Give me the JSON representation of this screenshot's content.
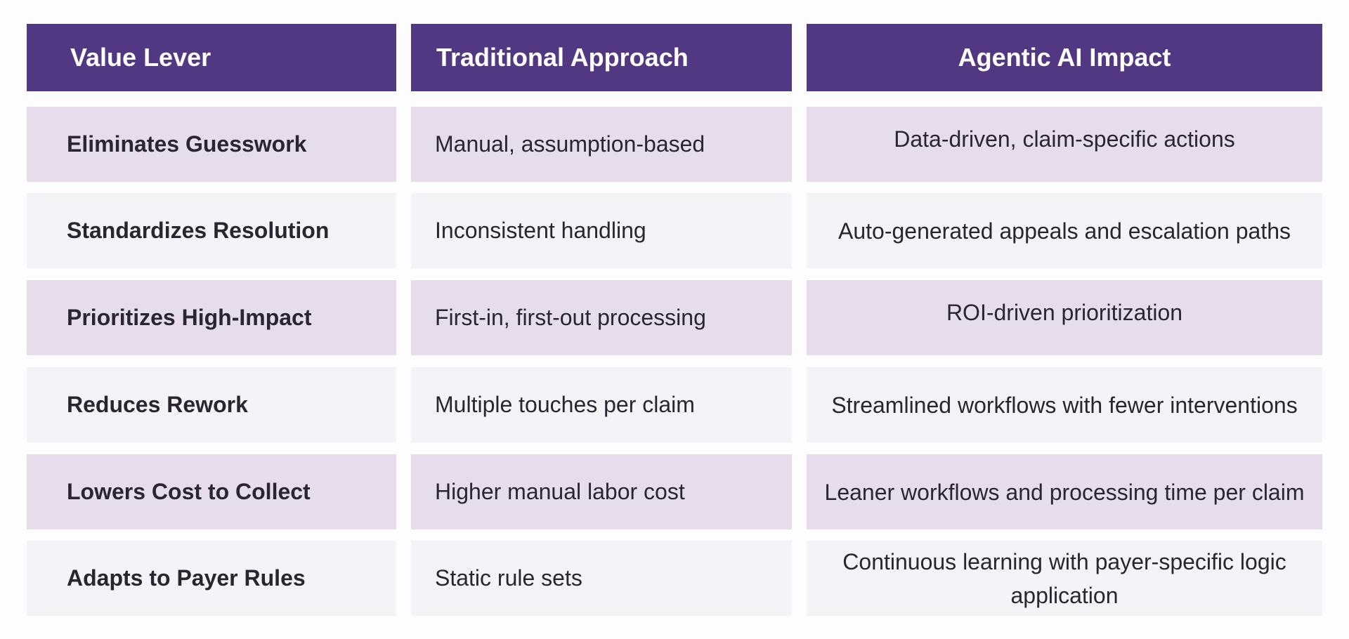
{
  "colors": {
    "header_bg": "#523882",
    "header_text": "#ffffff",
    "row_odd_bg": "#e6dcec",
    "row_even_bg": "#f4f3f7",
    "body_text": "#2a2530"
  },
  "table": {
    "headers": [
      "Value Lever",
      "Traditional Approach",
      "Agentic AI Impact"
    ],
    "rows": [
      {
        "lever": "Eliminates Guesswork",
        "traditional": "Manual, assumption-based",
        "agentic": "Data-driven, claim-specific actions"
      },
      {
        "lever": "Standardizes Resolution",
        "traditional": "Inconsistent handling",
        "agentic": "Auto-generated appeals and escalation paths"
      },
      {
        "lever": "Prioritizes High-Impact",
        "traditional": "First-in, first-out processing",
        "agentic": "ROI-driven prioritization"
      },
      {
        "lever": "Reduces Rework",
        "traditional": "Multiple touches per claim",
        "agentic": "Streamlined workflows with fewer interventions"
      },
      {
        "lever": "Lowers Cost to Collect",
        "traditional": "Higher manual labor cost",
        "agentic": "Leaner workflows and processing time per claim"
      },
      {
        "lever": "Adapts to Payer Rules",
        "traditional": "Static rule sets",
        "agentic": "Continuous learning with payer-specific logic application"
      }
    ]
  }
}
